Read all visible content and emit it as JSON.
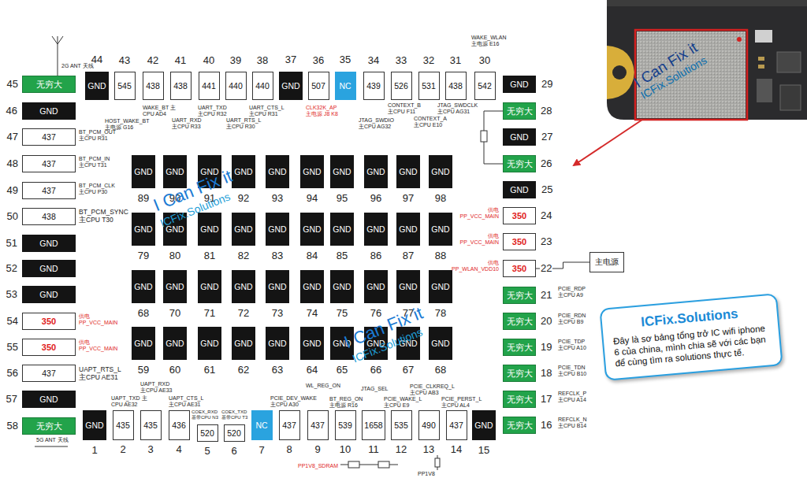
{
  "diagram": {
    "nodes": [
      {
        "text": [
          "GND",
          "44"
        ]
      },
      {
        "text": [
          "545",
          "43"
        ]
      },
      {
        "text": [
          "438",
          "42"
        ]
      },
      {
        "text": [
          "438",
          "41"
        ]
      },
      {
        "text": [
          "441",
          "40"
        ]
      },
      {
        "text": [
          "440",
          "39"
        ]
      },
      {
        "text": [
          "440",
          "38"
        ]
      },
      {
        "text": [
          "GND",
          "37"
        ]
      },
      {
        "text": [
          "507",
          "36"
        ]
      },
      {
        "text": [
          "NC",
          "35"
        ]
      },
      {
        "text": [
          "439",
          "34"
        ]
      },
      {
        "text": [
          "526",
          "33"
        ]
      },
      {
        "text": [
          "531",
          "32"
        ]
      },
      {
        "text": [
          "438",
          "31"
        ]
      },
      {
        "text": [
          "542",
          "30"
        ]
      },
      {
        "text": [
          "无穷大",
          "45"
        ]
      },
      {
        "text": [
          "GND",
          "46"
        ]
      },
      {
        "text": [
          "437",
          "47"
        ]
      },
      {
        "text": [
          "437",
          "48"
        ]
      },
      {
        "text": [
          "437",
          "49"
        ]
      },
      {
        "text": [
          "438",
          "50"
        ]
      },
      {
        "text": [
          "GND",
          "51"
        ]
      },
      {
        "text": [
          "GND",
          "52"
        ]
      },
      {
        "text": [
          "GND",
          "53"
        ]
      },
      {
        "text": [
          "350",
          "54"
        ]
      },
      {
        "text": [
          "350",
          "55"
        ]
      },
      {
        "text": [
          "437",
          "56"
        ]
      },
      {
        "text": [
          "GND",
          "57"
        ]
      },
      {
        "text": [
          "无穷大",
          "58"
        ]
      },
      {
        "text": [
          "GND",
          "89"
        ]
      },
      {
        "text": [
          "GND",
          "90"
        ]
      },
      {
        "text": [
          "GND",
          "91"
        ]
      },
      {
        "text": [
          "GND",
          "92"
        ]
      },
      {
        "text": [
          "GND",
          "93"
        ]
      },
      {
        "text": [
          "GND",
          "94"
        ]
      },
      {
        "text": [
          "GND",
          "95"
        ]
      },
      {
        "text": [
          "GND",
          "96"
        ]
      },
      {
        "text": [
          "GND",
          "97"
        ]
      },
      {
        "text": [
          "GND",
          "98"
        ]
      },
      {
        "text": [
          "GND",
          "79"
        ]
      },
      {
        "text": [
          "GND",
          "80"
        ]
      },
      {
        "text": [
          "GND",
          "81"
        ]
      },
      {
        "text": [
          "GND",
          "82"
        ]
      },
      {
        "text": [
          "GND",
          "83"
        ]
      },
      {
        "text": [
          "GND",
          "84"
        ]
      },
      {
        "text": [
          "GND",
          "85"
        ]
      },
      {
        "text": [
          "GND",
          "86"
        ]
      },
      {
        "text": [
          "GND",
          "87"
        ]
      },
      {
        "text": [
          "GND",
          "88"
        ]
      },
      {
        "text": [
          "GND",
          "68"
        ]
      },
      {
        "text": [
          "GND",
          "70"
        ]
      },
      {
        "text": [
          "GND",
          "71"
        ]
      },
      {
        "text": [
          "GND",
          "72"
        ]
      },
      {
        "text": [
          "GND",
          "73"
        ]
      },
      {
        "text": [
          "GND",
          "74"
        ]
      },
      {
        "text": [
          "GND",
          "75"
        ]
      },
      {
        "text": [
          "GND",
          "76"
        ]
      },
      {
        "text": [
          "GND",
          "77"
        ]
      },
      {
        "text": [
          "GND",
          "78"
        ]
      },
      {
        "text": [
          "GND",
          "59"
        ]
      },
      {
        "text": [
          "GND",
          "60"
        ]
      },
      {
        "text": [
          "GND",
          "61"
        ]
      },
      {
        "text": [
          "GND",
          "62"
        ]
      },
      {
        "text": [
          "GND",
          "63"
        ]
      },
      {
        "text": [
          "GND",
          "64"
        ]
      },
      {
        "text": [
          "GND",
          "65"
        ]
      },
      {
        "text": [
          "GND",
          "66"
        ]
      },
      {
        "text": [
          "GND",
          "67"
        ]
      },
      {
        "text": [
          "GND",
          "68"
        ]
      },
      {
        "text": [
          "GND",
          "29"
        ]
      },
      {
        "text": [
          "无穷大",
          "28"
        ]
      },
      {
        "text": [
          "GND",
          "27"
        ]
      },
      {
        "text": [
          "无穷大",
          "26"
        ]
      },
      {
        "text": [
          "GND",
          "25"
        ]
      },
      {
        "text": [
          "350",
          "24"
        ]
      },
      {
        "text": [
          "350",
          "23"
        ]
      },
      {
        "text": [
          "350",
          "22"
        ]
      },
      {
        "text": [
          "无穷大",
          "21"
        ]
      },
      {
        "text": [
          "无穷大",
          "20"
        ]
      },
      {
        "text": [
          "无穷大",
          "19"
        ]
      },
      {
        "text": [
          "无穷大",
          "18"
        ]
      },
      {
        "text": [
          "无穷大",
          "17"
        ]
      },
      {
        "text": [
          "无穷大",
          "16"
        ]
      },
      {
        "text": [
          "GND",
          "1"
        ]
      },
      {
        "text": [
          "435",
          "2"
        ]
      },
      {
        "text": [
          "435",
          "3"
        ]
      },
      {
        "text": [
          "436",
          "4"
        ]
      },
      {
        "text": [
          "520",
          "5"
        ]
      },
      {
        "text": [
          "520",
          "6"
        ]
      },
      {
        "text": [
          "NC",
          "7"
        ]
      },
      {
        "text": [
          "437",
          "8"
        ]
      },
      {
        "text": [
          "437",
          "9"
        ]
      },
      {
        "text": [
          "539",
          "10"
        ]
      },
      {
        "text": [
          "1658",
          "11"
        ]
      },
      {
        "text": [
          "535",
          "12"
        ]
      },
      {
        "text": [
          "490",
          "13"
        ]
      },
      {
        "text": [
          "437",
          "14"
        ]
      },
      {
        "text": [
          "GND",
          "15"
        ]
      },
      {
        "text": [
          "主电源"
        ]
      },
      {
        "text": [
          "ICFix.Solutions",
          "Đây là sơ bảng tổng trở IC wifi iphone 6 của china, mình chia sẽ với các bạn để cùng tìm ra solutions thực tế."
        ]
      }
    ],
    "edges": [
      {
        "from": 76,
        "to": 98,
        "arrow": "none"
      }
    ],
    "labels": [
      "2G ANT 天线",
      "HOST_WAKE_BT 主电源 G16",
      "WAKE_BT 主CPU AD4",
      "UART_RXD 主CPU R33",
      "UART_TXD 主CPU R32",
      "UART_RTS_L 主CPU R30",
      "UART_CTS_L 主CPU R31",
      "CLK32K_AP 主电源 J8 K8",
      "JTAG_SWDIO 主CPU AG32",
      "CONTEXT_B 主CPU F11",
      "CONTEXT_A 主CPU E10",
      "JTAG_SWDCLK 主CPU AG31",
      "WAKE_WLAN 主电源 E16",
      "BT_PCM_OUT 主CPU R31",
      "BT_PCM_IN 主CPU T31",
      "BT_PCM_CLK 主CPU P30",
      "BT_PCM_SYNC 主CPU T30",
      "供电 PP_VCC_MAIN",
      "供电 PP_VCC_MAIN",
      "UAPT_RTS_L 主CPU AE31",
      "5G ANT 天线",
      "供电 PP_VCC_MAIN",
      "供电 PP_VCC_MAIN",
      "供电 PP_WLAN_VDD10",
      "PCIE_RDP 主CPU A9",
      "PCIE_RDN 主CPU B9",
      "PCIE_TDP 主CPU A10",
      "PCIE_TDN 主CPU B10",
      "REFCLK_P 主CPU A14",
      "REFCLK_N 主CPU B14",
      "UAPT_TXD 主CPU AE32",
      "UAPT_RXD 主CPU AE33",
      "UAPT_CTS_L 主CPU AE31",
      "COEX_RXD 基带CPU N3",
      "COEX_TXD 基带CPU T3",
      "PCIE_DEV_WAKE 主CPU A30",
      "WL_REG_ON",
      "BT_REG_ON 主电源 R16",
      "JTAG_SEL",
      "PCIE_WAKE_L 主CPU E9",
      "PCIE_CLKREQ_L 主CPU AB3",
      "PCIE_PERST_L 主CPU AL4",
      "PP1V8_SDRAM",
      "PP1V8",
      "I Can Fix it",
      "ICFix.Solutions",
      "I Can Fix it",
      "ICFix.Solutions",
      "I Can Fix it",
      "ICFix.Solutions"
    ]
  }
}
